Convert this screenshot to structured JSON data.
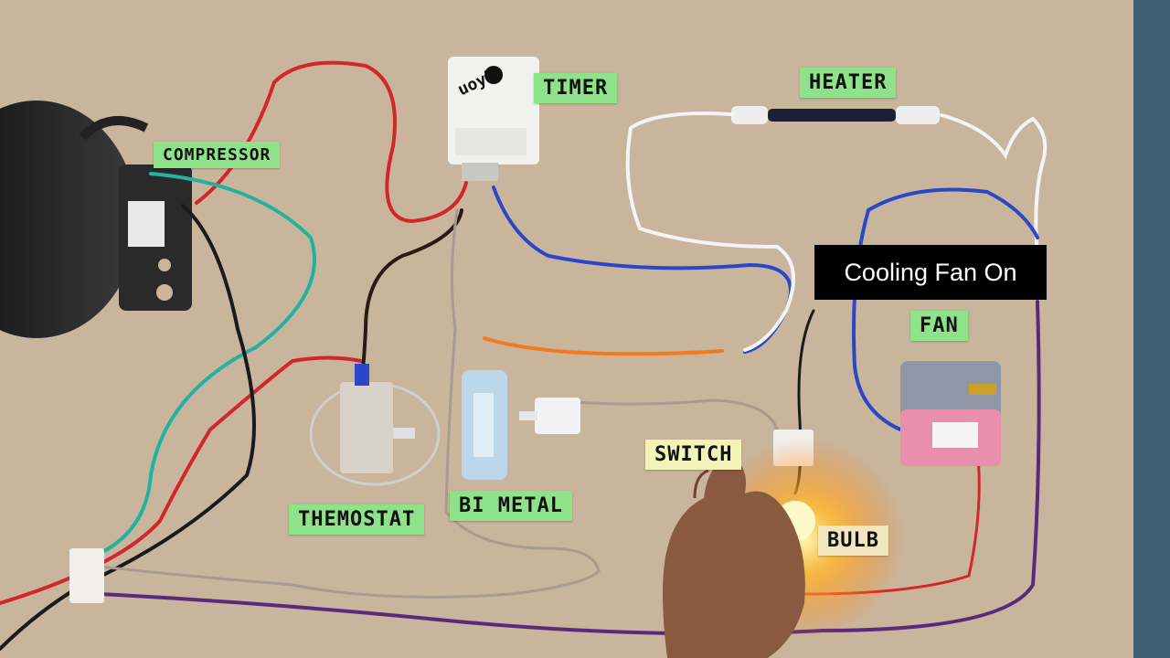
{
  "labels": {
    "compressor": "COMPRESSOR",
    "timer": "TIMER",
    "heater": "HEATER",
    "fan": "FAN",
    "thermostat": "THEMOSTAT",
    "bimetal": "BI METAL",
    "switch": "SWITCH",
    "bulb": "BULB"
  },
  "timer_marking": "uoyk",
  "overlay_caption": "Cooling Fan On",
  "colors": {
    "board": "#cbb79f",
    "label_tag": "#8ee38a",
    "wire_red": "#d0262e",
    "wire_blue": "#2a47c9",
    "wire_teal": "#22b2a0",
    "wire_black": "#1a1a1a",
    "wire_white": "#f4f4f4",
    "wire_orange": "#f07a1e",
    "wire_purple": "#5a2a7a",
    "wire_grey": "#a89a8e",
    "bulb_glow": "#ffd24a"
  }
}
